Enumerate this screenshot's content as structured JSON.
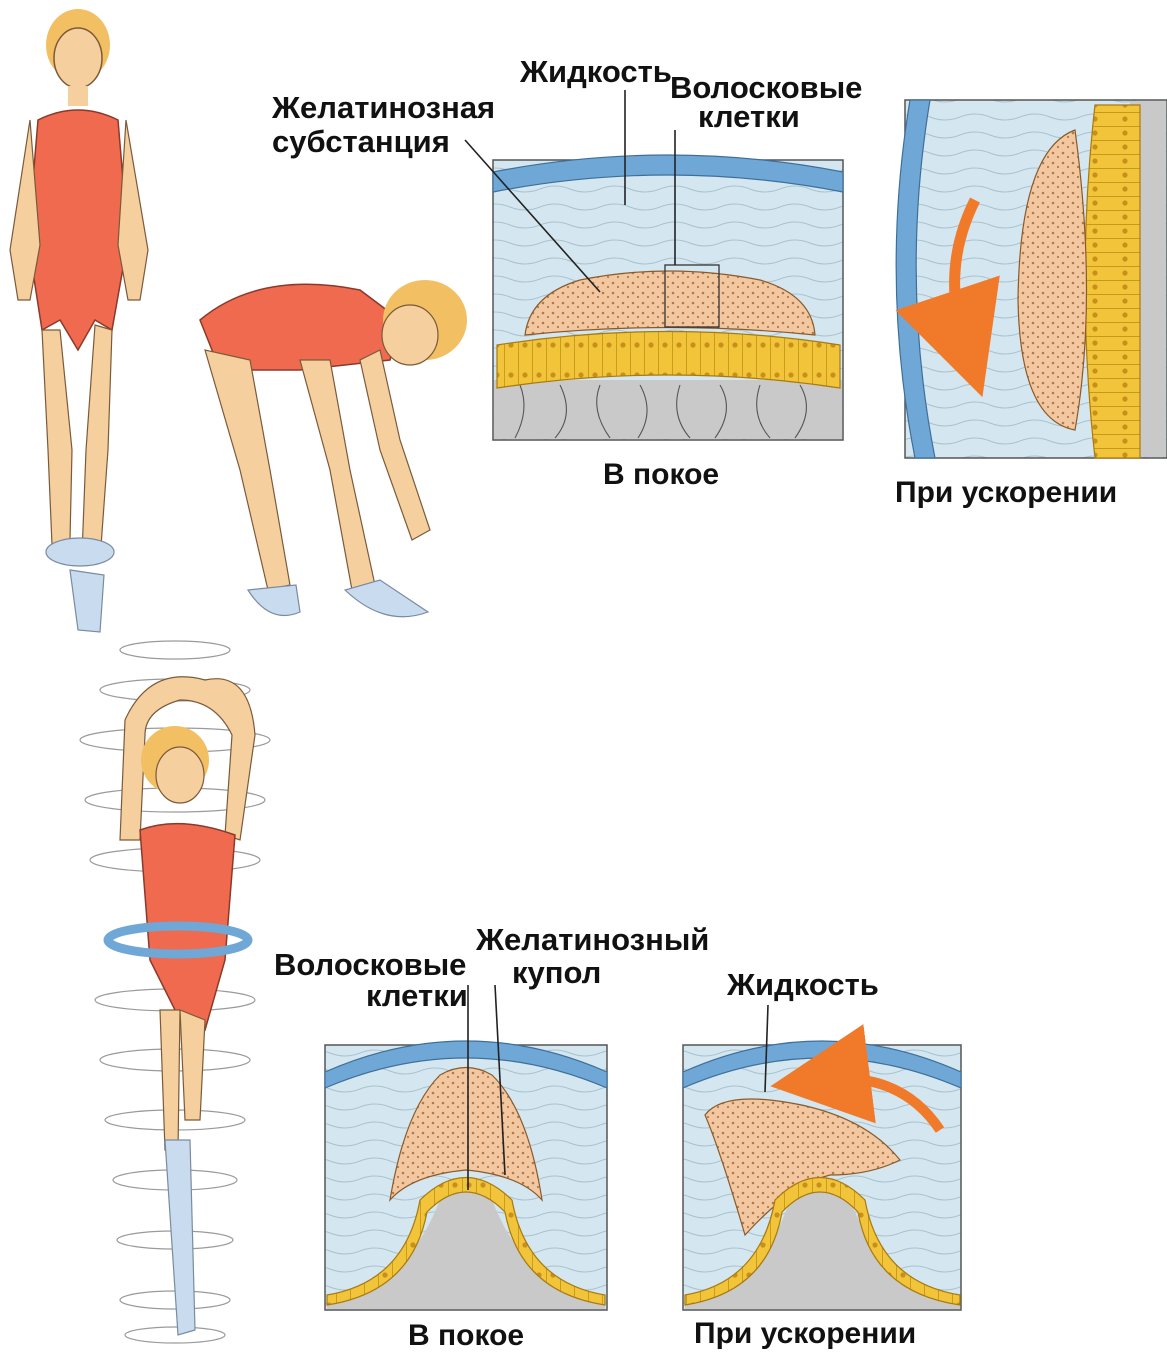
{
  "top": {
    "label_fluid": "Жидкость",
    "label_hair_cells_1": "Волосковые",
    "label_hair_cells_2": "клетки",
    "label_gel_1": "Желатинозная",
    "label_gel_2": "субстанция",
    "caption_rest": "В покое",
    "caption_accel": "При ускорении"
  },
  "bottom": {
    "label_hair_cells_1": "Волосковые",
    "label_hair_cells_2": "клетки",
    "label_cupula_1": "Желатинозный",
    "label_cupula_2": "купол",
    "label_fluid": "Жидкость",
    "caption_rest": "В покое",
    "caption_accel": "При ускорении"
  },
  "colors": {
    "fluid_blue": "#cfe3ee",
    "membrane_blue": "#6fa8d6",
    "gel_peach": "#f3c8a0",
    "hair_cell_yellow": "#f2c43a",
    "nerve_gray": "#bdbdbd",
    "arrow_orange": "#f07a2a",
    "swimsuit_red": "#ef6a4e",
    "skin": "#f6cf9e",
    "hair_blond": "#f2c063",
    "shoe_blue": "#c9dcef"
  }
}
